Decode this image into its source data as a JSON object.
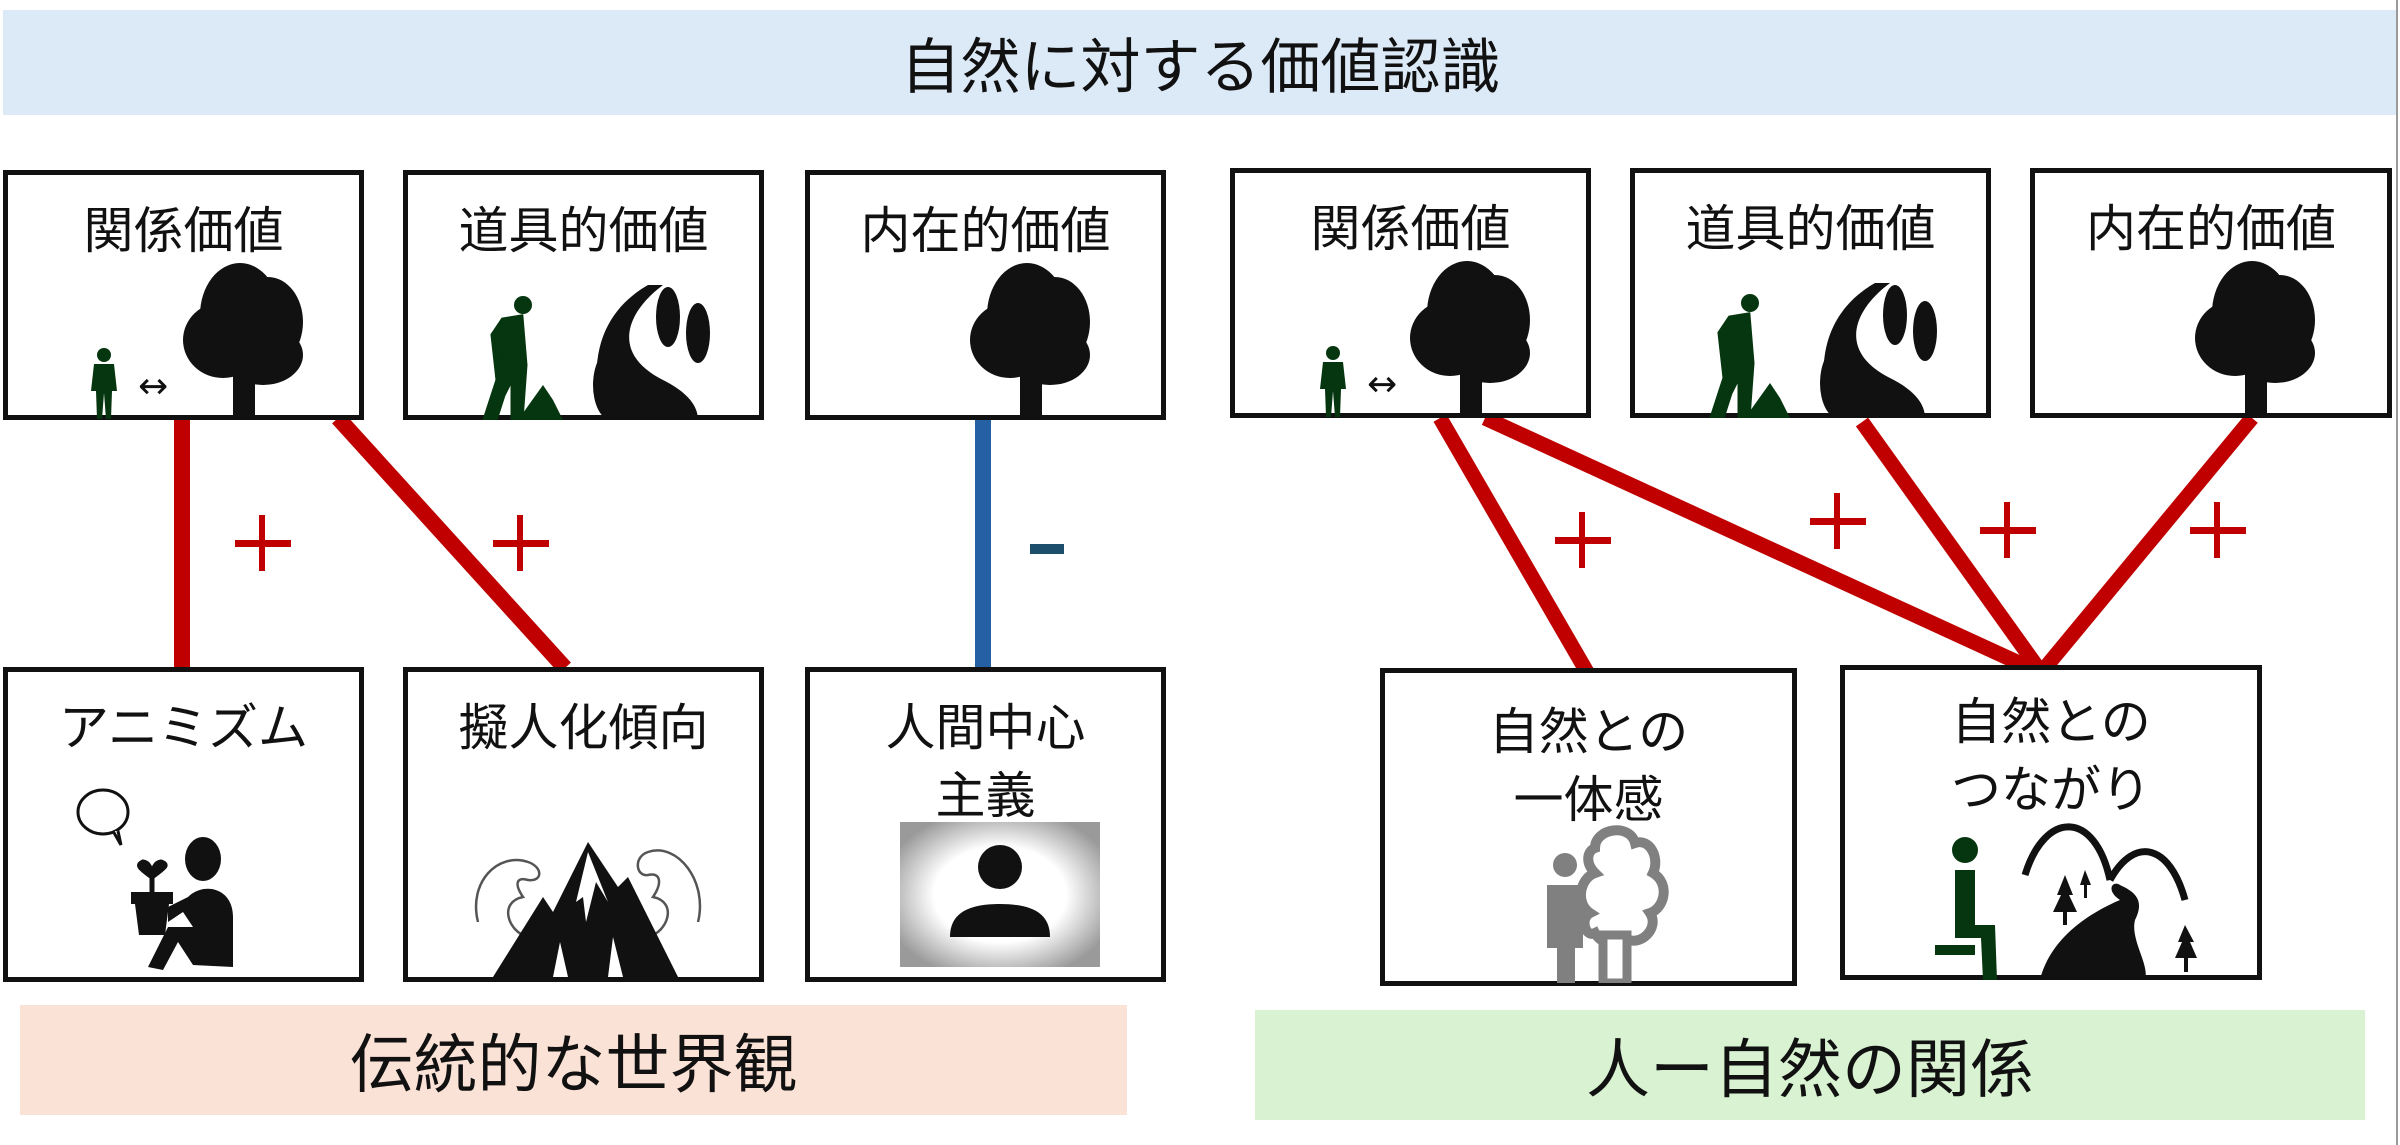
{
  "title": "自然に対する価値認識",
  "colors": {
    "positive": "#c00000",
    "negative_line": "#2660a4",
    "negative_sign": "#1d4e6b",
    "header_bg": "#dce9f6",
    "left_banner_bg": "#fbe2d6",
    "right_banner_bg": "#d8f2d2",
    "figure_green": "#05360f",
    "figure_gray": "#808080"
  },
  "left_panel": {
    "values": [
      {
        "id": "L-rel",
        "label": "関係価値",
        "icon": "person-tree-relation-icon"
      },
      {
        "id": "L-inst",
        "label": "道具的価値",
        "icon": "worker-river-landscape-icon"
      },
      {
        "id": "L-intr",
        "label": "内在的価値",
        "icon": "tree-icon"
      }
    ],
    "outcomes": [
      {
        "id": "L-anim",
        "label": "アニミズム",
        "icon": "person-talking-to-plant-icon"
      },
      {
        "id": "L-anth",
        "label": "擬人化傾向",
        "icon": "muscular-mountain-icon"
      },
      {
        "id": "L-anthro",
        "label": "人間中心\n主義",
        "icon": "person-spotlight-icon"
      }
    ],
    "links": [
      {
        "from": "L-rel",
        "to": "L-anim",
        "sign": "+"
      },
      {
        "from": "L-rel",
        "to": "L-anth",
        "sign": "+"
      },
      {
        "from": "L-intr",
        "to": "L-anthro",
        "sign": "-"
      }
    ],
    "banner": "伝統的な世界観"
  },
  "right_panel": {
    "values": [
      {
        "id": "R-rel",
        "label": "関係価値",
        "icon": "person-tree-relation-icon"
      },
      {
        "id": "R-inst",
        "label": "道具的価値",
        "icon": "worker-river-landscape-icon"
      },
      {
        "id": "R-intr",
        "label": "内在的価値",
        "icon": "tree-icon"
      }
    ],
    "outcomes": [
      {
        "id": "R-one",
        "label": "自然との\n一体感",
        "icon": "person-merged-tree-icon"
      },
      {
        "id": "R-conn",
        "label": "自然との\nつながり",
        "icon": "person-sitting-landscape-icon"
      }
    ],
    "links": [
      {
        "from": "R-rel",
        "to": "R-one",
        "sign": "+"
      },
      {
        "from": "R-rel",
        "to": "R-conn",
        "sign": "+"
      },
      {
        "from": "R-inst",
        "to": "R-conn",
        "sign": "+"
      },
      {
        "from": "R-intr",
        "to": "R-conn",
        "sign": "+"
      }
    ],
    "banner": "人ー自然の関係"
  }
}
